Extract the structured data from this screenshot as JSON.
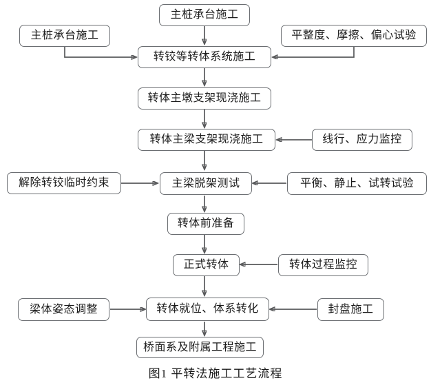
{
  "figure": {
    "caption": "图1  平转法施工工艺流程",
    "stroke_color": "#58595b",
    "box_border_color": "#6b6e72",
    "background_color": "#ffffff",
    "text_color": "#1a1a1a"
  },
  "nodes": {
    "n01": {
      "label": "主桩承台施工"
    },
    "n02": {
      "label": "主桩承台施工"
    },
    "n03": {
      "label": "平整度、摩擦、偏心试验"
    },
    "n04": {
      "label": "转铰等转体系统施工"
    },
    "n05": {
      "label": "转体主墩支架现浇施工"
    },
    "n06": {
      "label": "转体主梁支架现浇施工"
    },
    "n07": {
      "label": "线行、应力监控"
    },
    "n08": {
      "label": "解除转铰临时约束"
    },
    "n09": {
      "label": "主梁脱架测试"
    },
    "n10": {
      "label": "平衡、静止、试转试验"
    },
    "n11": {
      "label": "转体前准备"
    },
    "n12": {
      "label": "正式转体"
    },
    "n13": {
      "label": "转体过程监控"
    },
    "n14": {
      "label": "梁体姿态调整"
    },
    "n15": {
      "label": "转体就位、体系转化"
    },
    "n16": {
      "label": "封盘施工"
    },
    "n17": {
      "label": "桥面系及附属工程施工"
    }
  },
  "flow": {
    "main_sequence": [
      "转铰等转体系统施工",
      "转体主墩支架现浇施工",
      "转体主梁支架现浇施工",
      "主梁脱架测试",
      "转体前准备",
      "正式转体",
      "转体就位、体系转化",
      "桥面系及附属工程施工"
    ],
    "side_inputs": [
      {
        "from": "主桩承台施工",
        "to": "转铰等转体系统施工",
        "side": "left"
      },
      {
        "from": "主桩承台施工",
        "to": "转铰等转体系统施工",
        "side": "top"
      },
      {
        "from": "平整度、摩擦、偏心试验",
        "to": "转铰等转体系统施工",
        "side": "right"
      },
      {
        "from": "线行、应力监控",
        "to": "转体主梁支架现浇施工",
        "side": "right"
      },
      {
        "from": "解除转铰临时约束",
        "to": "主梁脱架测试",
        "side": "left"
      },
      {
        "from": "平衡、静止、试转试验",
        "to": "主梁脱架测试",
        "side": "right"
      },
      {
        "from": "转体过程监控",
        "to": "正式转体",
        "side": "right"
      },
      {
        "from": "梁体姿态调整",
        "to": "转体就位、体系转化",
        "side": "left"
      },
      {
        "from": "封盘施工",
        "to": "转体就位、体系转化",
        "side": "right"
      }
    ]
  }
}
